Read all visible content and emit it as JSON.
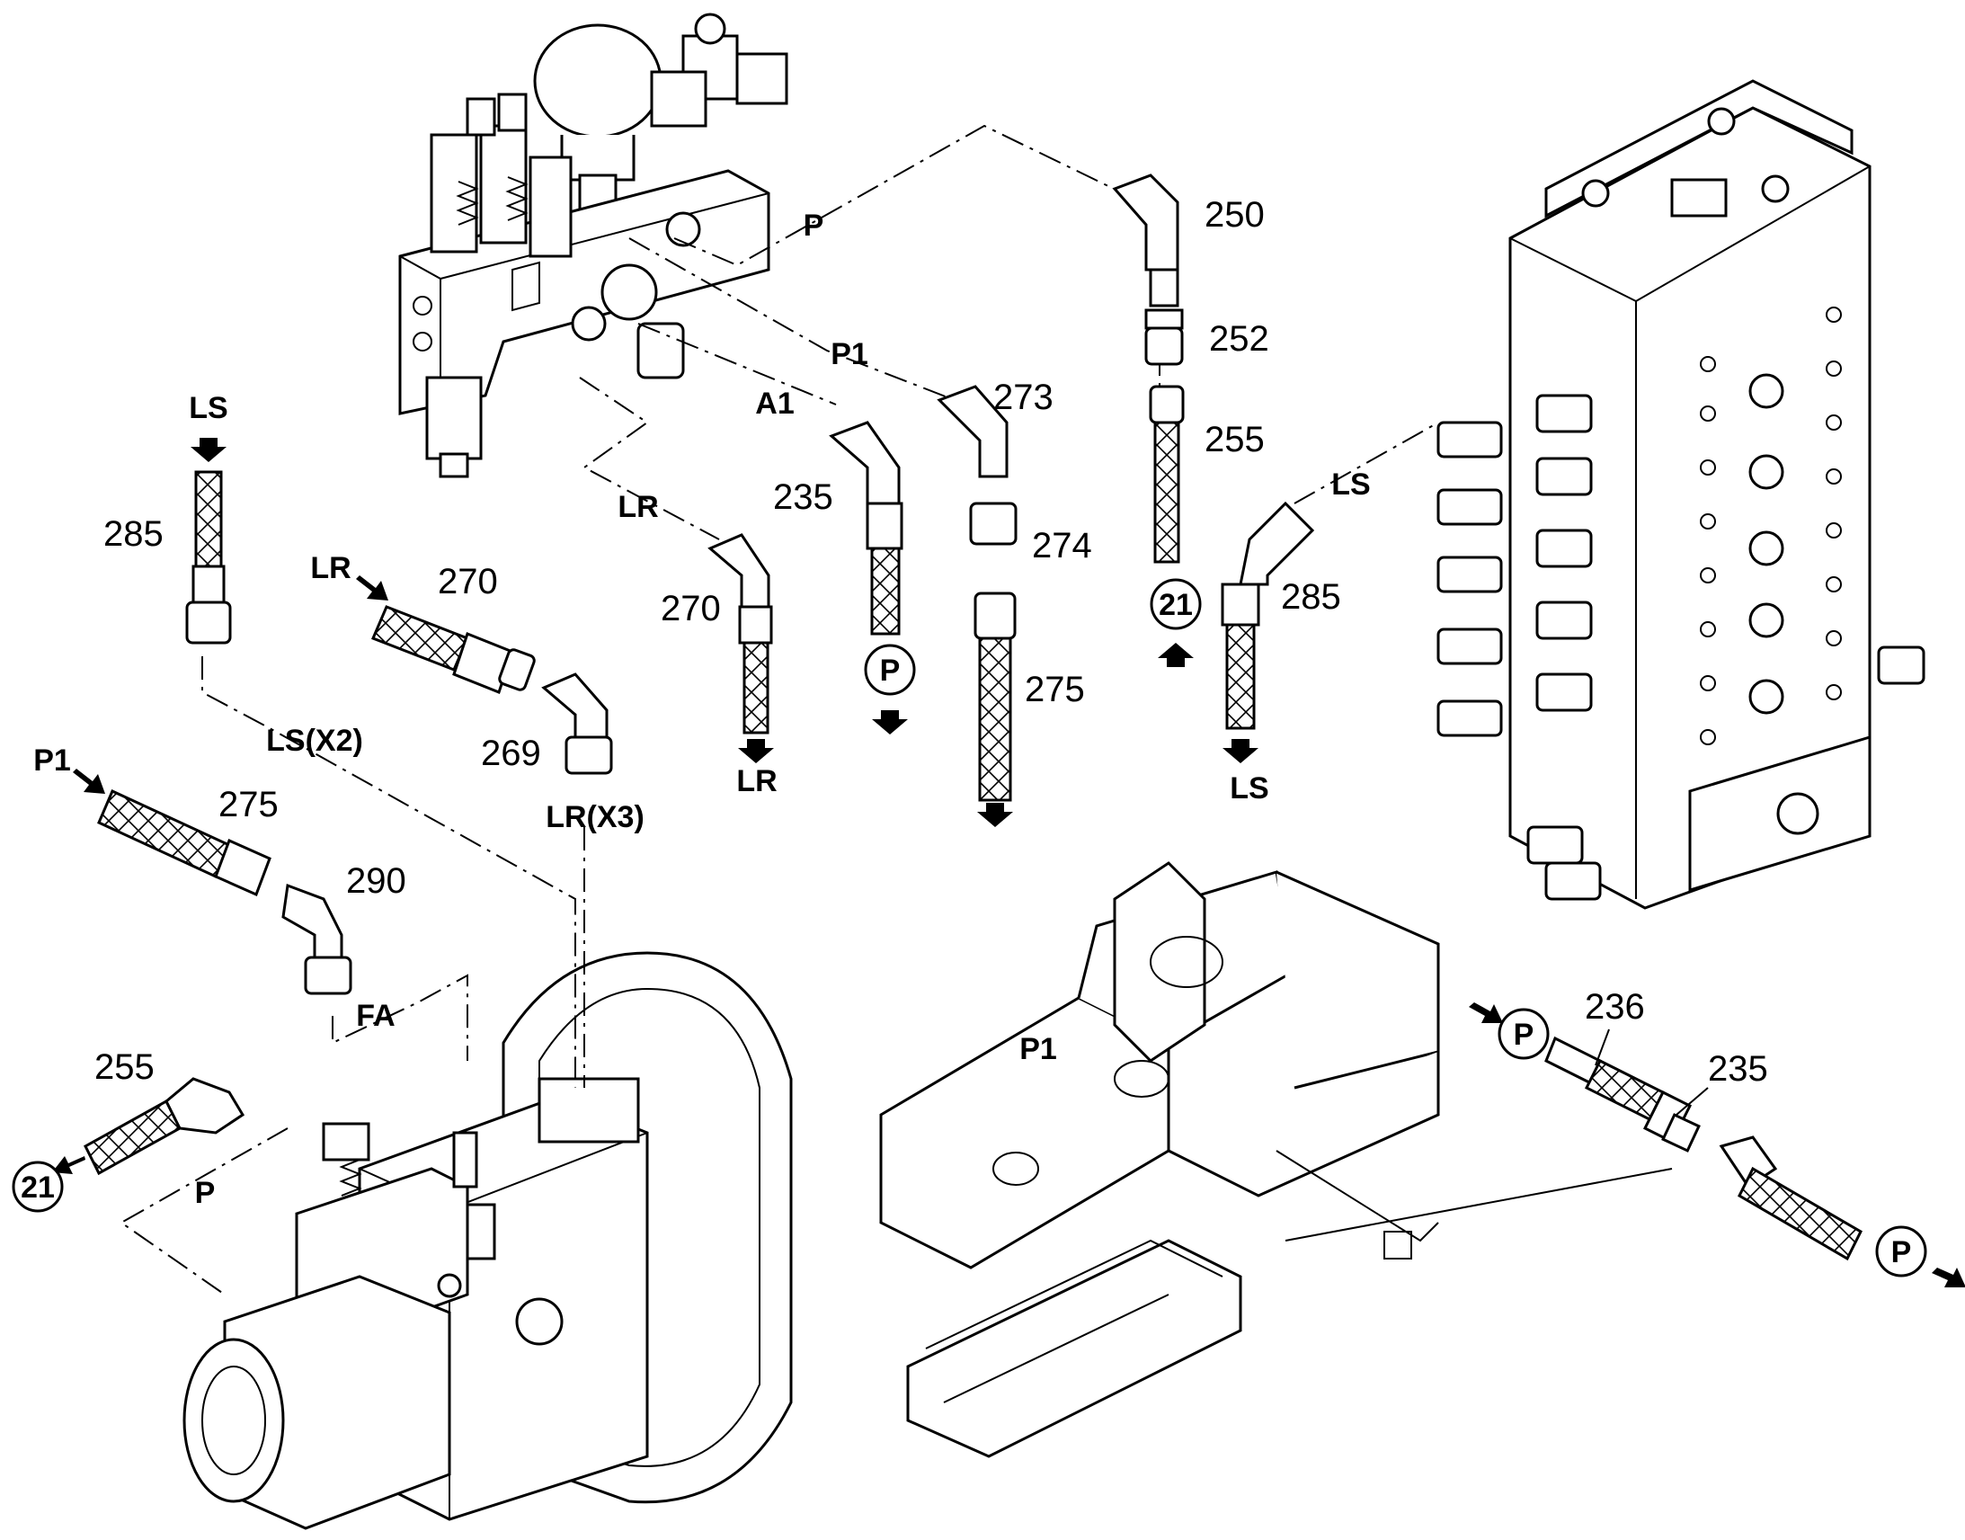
{
  "labels": {
    "ls_top": "LS",
    "p_top": "P",
    "p1_top": "P1",
    "a1": "A1",
    "lr_top": "LR",
    "lr_270": "LR",
    "lr_out": "LR",
    "ls_right": "LS",
    "ls_out": "LS",
    "ls_x2": "LS(X2)",
    "lr_x3": "LR(X3)",
    "p1_left": "P1",
    "fa": "FA",
    "p_bottom_left": "P",
    "p1_frame": "P1"
  },
  "callouts": {
    "c_p_235": "P",
    "c_21_top": "21",
    "c_21_bottom": "21",
    "c_p_236": "P",
    "c_p_end": "P"
  },
  "parts": {
    "n250": "250",
    "n252": "252",
    "n255_top": "255",
    "n273": "273",
    "n274": "274",
    "n275_top": "275",
    "n235_top": "235",
    "n270_top": "270",
    "n270_mid": "270",
    "n285_left": "285",
    "n285_right": "285",
    "n269": "269",
    "n275_left": "275",
    "n290": "290",
    "n255_bottom": "255",
    "n236": "236",
    "n235_bottom": "235"
  },
  "colors": {
    "line": "#000000",
    "background": "#ffffff"
  }
}
